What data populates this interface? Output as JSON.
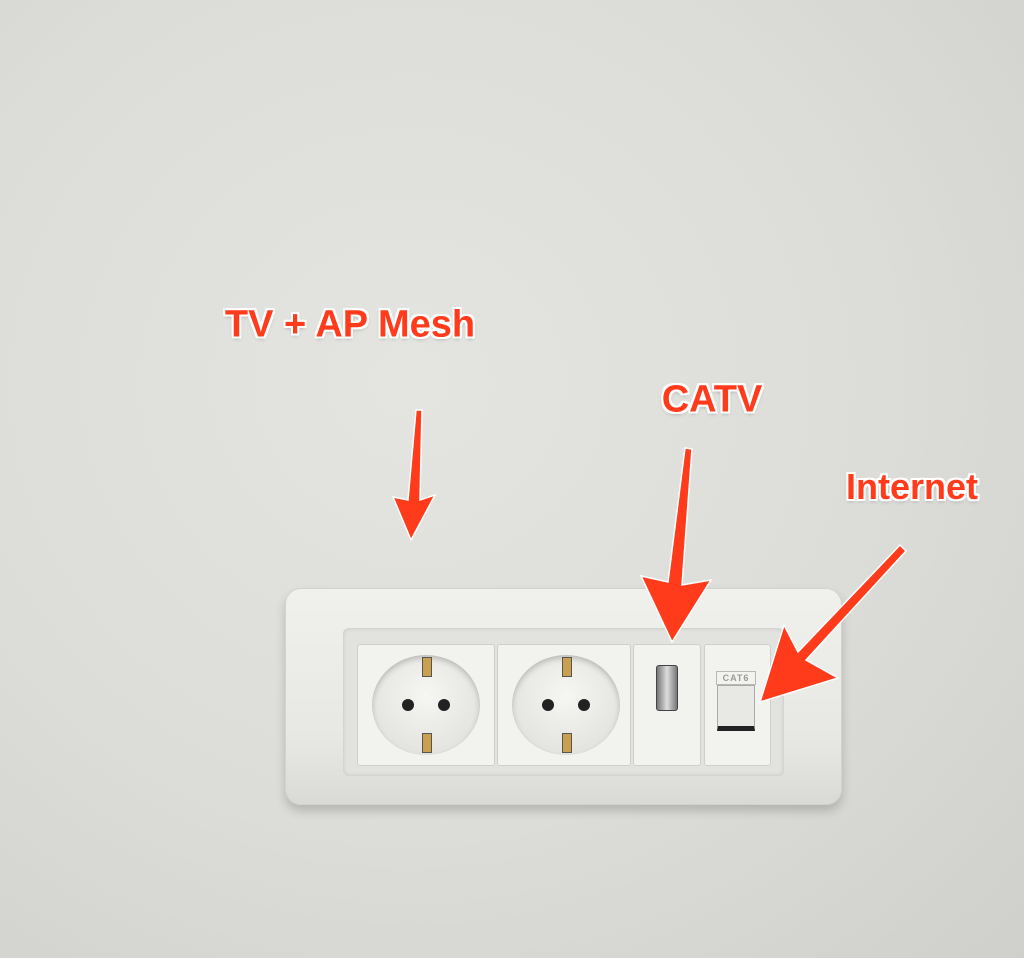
{
  "annotations": {
    "power_label": "TV + AP Mesh",
    "catv_label": "CATV",
    "internet_label": "Internet"
  },
  "colors": {
    "annotation": "#ff3b1c",
    "wall": "#dcdcd8",
    "faceplate": "#efefec"
  },
  "rj45_module_marking": "CAT6"
}
